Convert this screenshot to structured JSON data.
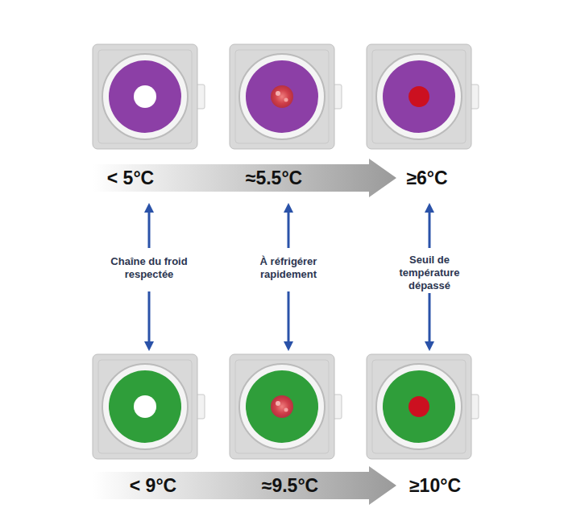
{
  "diagram": {
    "nodes": [
      {
        "text": [
          "< 5°C",
          "≈5.5°C",
          "≥6°C"
        ]
      },
      {
        "text": [
          "< 9°C",
          "≈9.5°C",
          "≥10°C"
        ]
      }
    ],
    "labels": [
      "Chaîne du froid respectée",
      "À réfrigérer rapidement",
      "Seuil de température dépassé"
    ]
  }
}
